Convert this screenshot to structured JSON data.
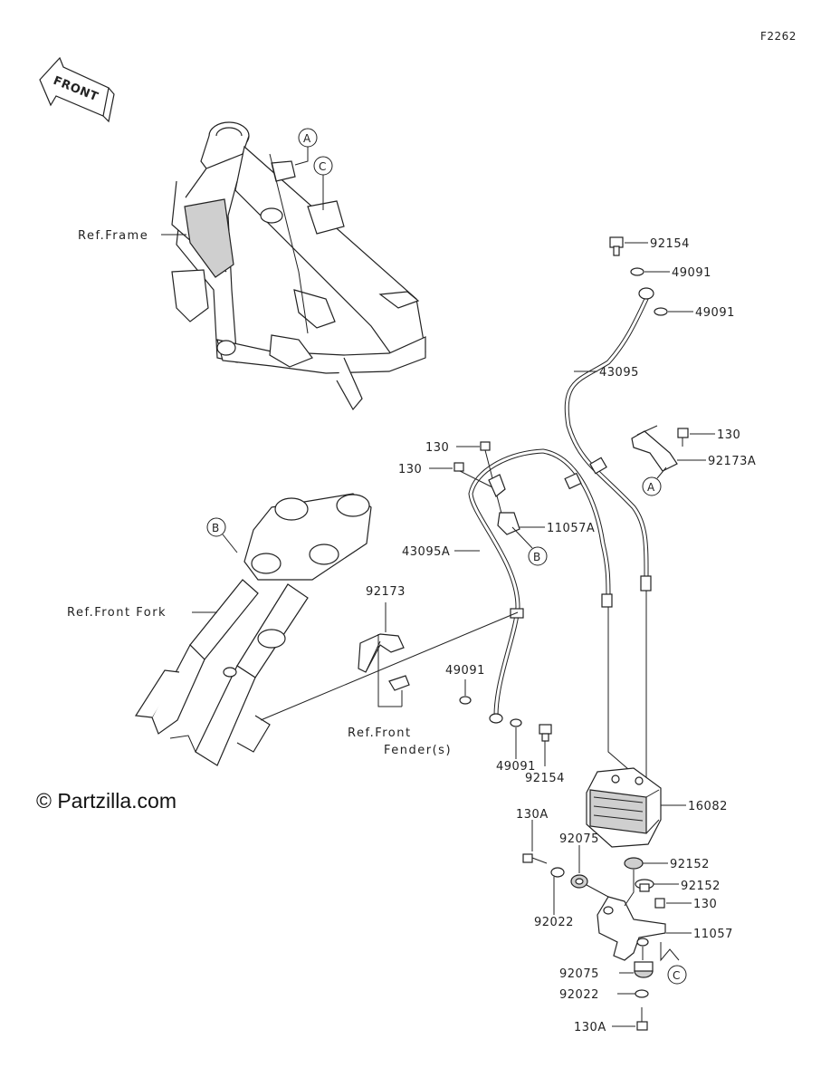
{
  "figure_code": "F2262",
  "front_arrow": {
    "text": "FRONT"
  },
  "copyright": "© Partzilla.com",
  "references": {
    "frame": "Ref.Frame",
    "front_fork": "Ref.Front Fork",
    "front_fender_line1": "Ref.Front",
    "front_fender_line2": "Fender(s)"
  },
  "callouts": {
    "A": "A",
    "B": "B",
    "C": "C"
  },
  "part_labels": {
    "p92154_top": "92154",
    "p49091_top1": "49091",
    "p49091_top2": "49091",
    "p43095": "43095",
    "p130_right": "130",
    "p92173A": "92173A",
    "p130_a": "130",
    "p130_b": "130",
    "p11057A": "11057A",
    "p43095A": "43095A",
    "p92173": "92173",
    "p49091_low1": "49091",
    "p49091_low2": "49091",
    "p92154_low": "92154",
    "p16082": "16082",
    "p130A_top": "130A",
    "p92075_top": "92075",
    "p92152_a": "92152",
    "p92152_b": "92152",
    "p130_bracket": "130",
    "p11057": "11057",
    "p92022_top": "92022",
    "p92075_low": "92075",
    "p92022_low": "92022",
    "p130A_low": "130A"
  }
}
